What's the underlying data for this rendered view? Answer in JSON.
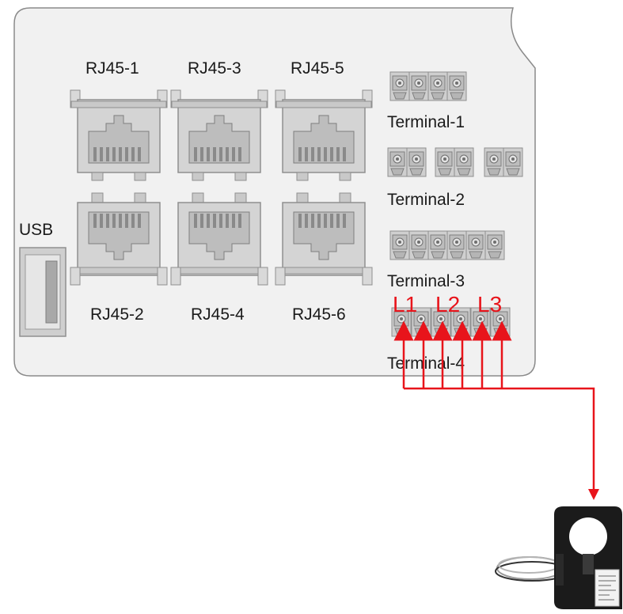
{
  "board": {
    "usb_label": "USB",
    "rj45": {
      "top": [
        "RJ45-1",
        "RJ45-3",
        "RJ45-5"
      ],
      "bottom": [
        "RJ45-2",
        "RJ45-4",
        "RJ45-6"
      ]
    },
    "terminals": {
      "t1": "Terminal-1",
      "t2": "Terminal-2",
      "t3": "Terminal-3",
      "t4": "Terminal-4"
    }
  },
  "wiring": {
    "phase_labels": [
      "L1",
      "L2",
      "L3"
    ],
    "color": "#e8141b"
  },
  "colors": {
    "board_fill": "#f1f1f1",
    "board_stroke": "#8a8a8a",
    "connector_fill": "#cfcfcf",
    "connector_stroke": "#8f8f8f",
    "wire": "#e8141b",
    "ct_body": "#1b1b1b"
  }
}
